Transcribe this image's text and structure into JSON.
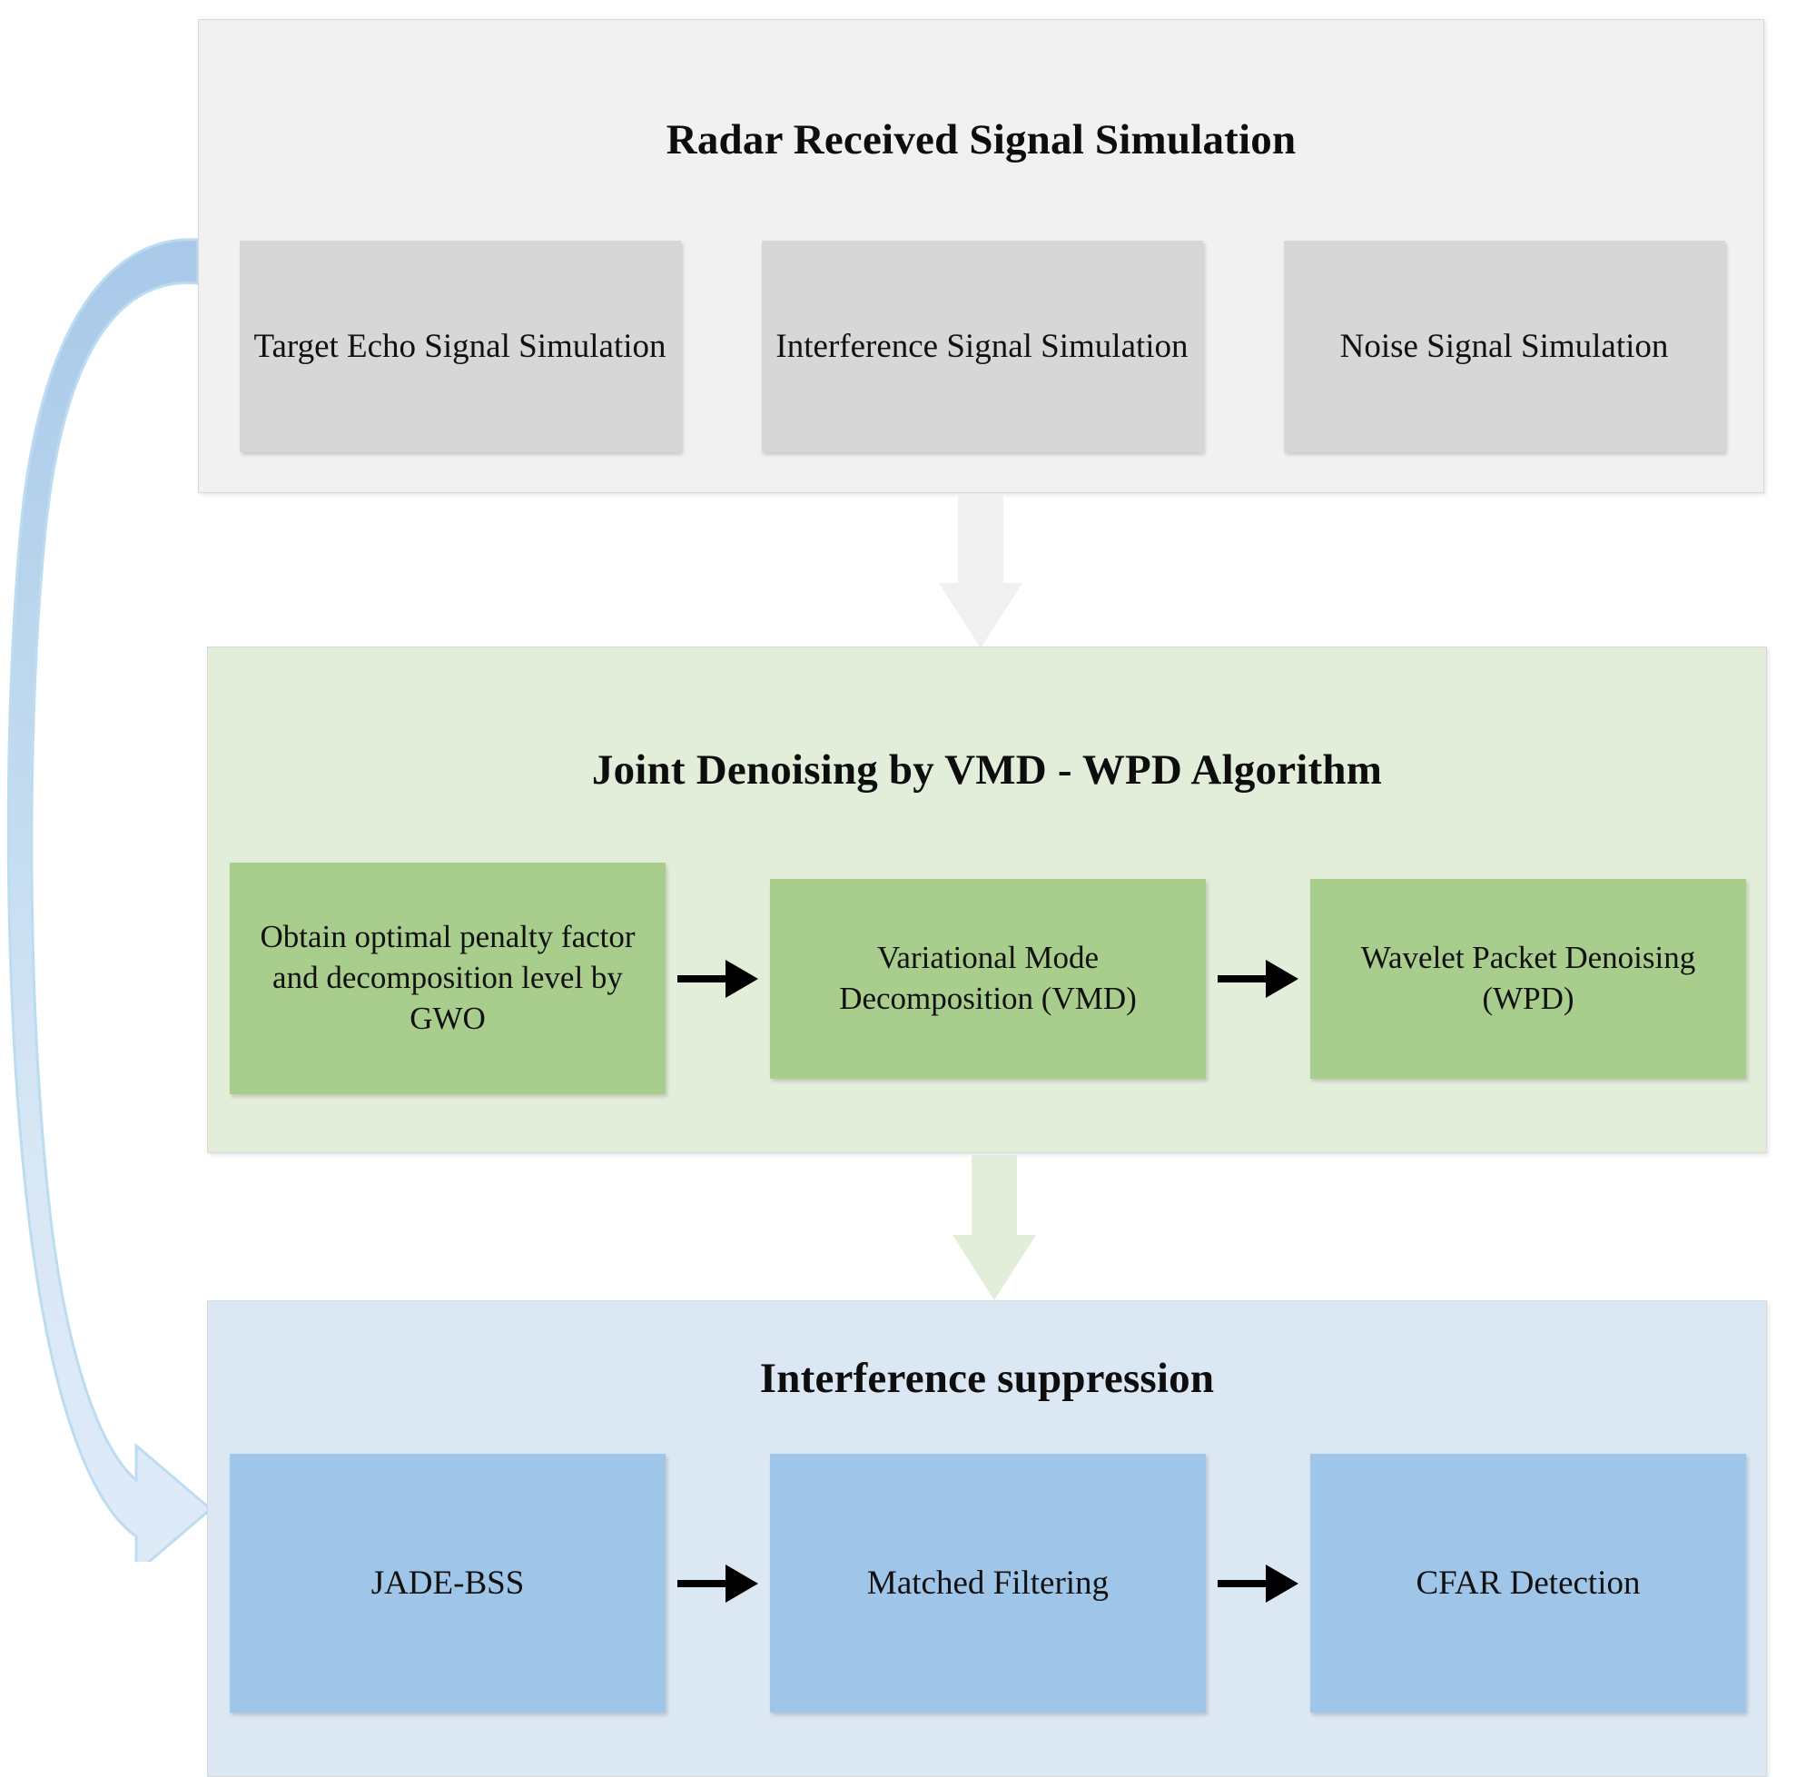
{
  "diagram": {
    "title_font": "serif",
    "sections": [
      {
        "id": "simulation",
        "heading": "Radar Received Signal Simulation",
        "panel_color": "#f1f1f1",
        "box_color": "#d7d7d7",
        "boxes": [
          {
            "label": "Target Echo Signal Simulation"
          },
          {
            "label": "Interference Signal Simulation"
          },
          {
            "label": "Noise Signal Simulation"
          }
        ],
        "connectors": []
      },
      {
        "id": "denoising",
        "heading": "Joint Denoising by VMD - WPD Algorithm",
        "panel_color": "#e3eeda",
        "box_color": "#a9cd8c",
        "boxes": [
          {
            "label": "Obtain optimal penalty factor and decomposition level by GWO"
          },
          {
            "label": "Variational Mode Decomposition (VMD)"
          },
          {
            "label": "Wavelet Packet Denoising (WPD)"
          }
        ],
        "connectors": [
          "arrow-right",
          "arrow-right"
        ]
      },
      {
        "id": "suppression",
        "heading": "Interference suppression",
        "panel_color": "#dce7f4",
        "box_color": "#9fc5e8",
        "boxes": [
          {
            "label": "JADE-BSS"
          },
          {
            "label": "Matched Filtering"
          },
          {
            "label": "CFAR Detection"
          }
        ],
        "connectors": [
          "arrow-right",
          "arrow-right"
        ]
      }
    ],
    "flow_arrows": [
      {
        "id": "sim-to-denoise",
        "direction": "down",
        "color": "#f0f0f0"
      },
      {
        "id": "denoise-to-supp",
        "direction": "down",
        "color": "#e3eeda"
      },
      {
        "id": "feedback-loop",
        "direction": "curved-left-down",
        "color": "#a8c8e8"
      }
    ]
  }
}
